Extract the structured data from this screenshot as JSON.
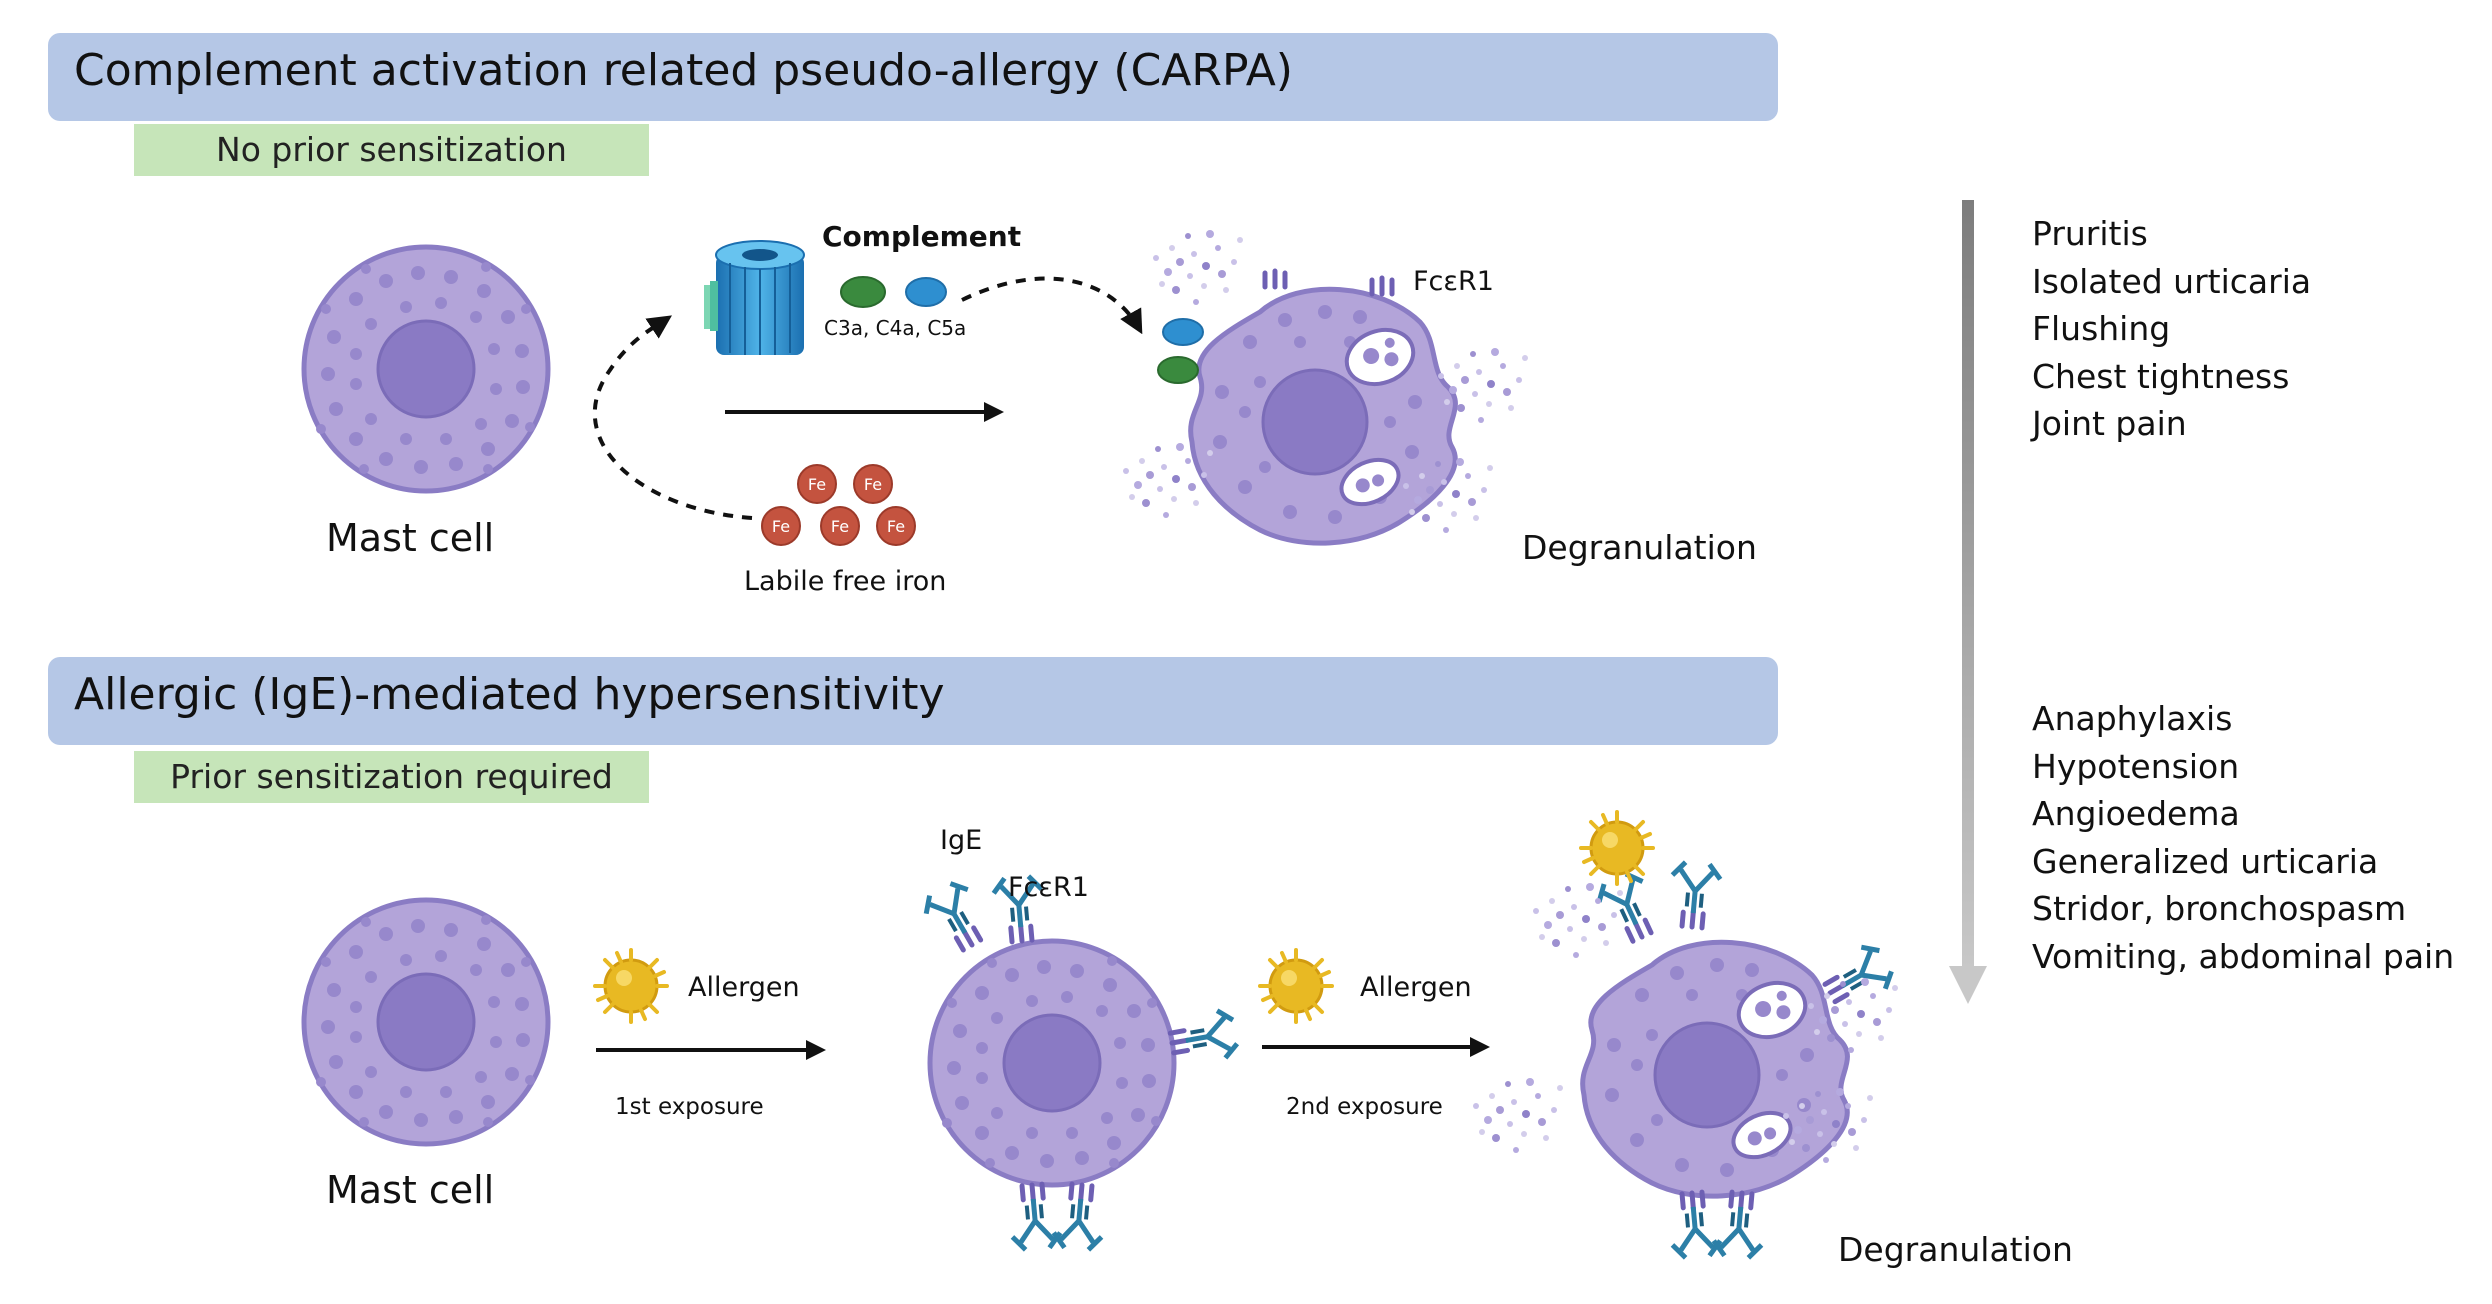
{
  "carpa": {
    "title": "Complement activation related pseudo-allergy (CARPA)",
    "tag": "No prior sensitization",
    "mast_cell_label": "Mast cell",
    "complement_label": "Complement",
    "complement_fragments": "C3a, C4a, C5a",
    "iron_label": "Labile free iron",
    "iron_symbol": "Fe",
    "receptor_label": "FcεR1",
    "outcome_label": "Degranulation"
  },
  "ige": {
    "title": "Allergic (IgE)-mediated hypersensitivity",
    "tag": "Prior sensitization required",
    "mast_cell_label": "Mast cell",
    "ige_label": "IgE",
    "receptor_label": "FcεR1",
    "allergen_label_1": "Allergen",
    "exposure_1": "1st exposure",
    "allergen_label_2": "Allergen",
    "exposure_2": "2nd exposure",
    "outcome_label": "Degranulation"
  },
  "symptoms_mild": [
    "Pruritis",
    "Isolated urticaria",
    "Flushing",
    "Chest tightness",
    "Joint pain"
  ],
  "symptoms_severe": [
    "Anaphylaxis",
    "Hypotension",
    "Angioedema",
    "Generalized urticaria",
    "Stridor, bronchospasm",
    "Vomiting, abdominal pain"
  ],
  "colors": {
    "banner": "#b5c7e6",
    "tag": "#c6e5b9",
    "cell_fill": "#b3a4d9",
    "cell_outline": "#8a7cc4",
    "nucleus": "#8a7ac4",
    "granule": "#9788cc",
    "iron": "#c4533f",
    "complement_green": "#3a8a3e",
    "complement_blue": "#2e8fd0",
    "antibody": "#2c7fa7",
    "allergen": "#e8b923",
    "severity_arrow": "#9e9e9e"
  }
}
